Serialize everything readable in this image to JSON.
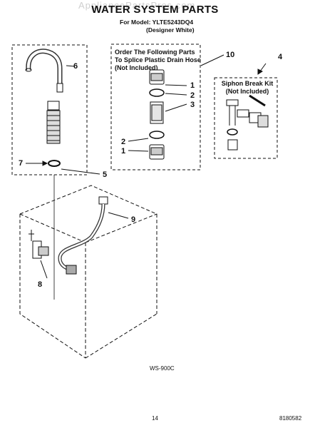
{
  "header": {
    "watermark": "AppliancePartsPros.com",
    "title": "WATER SYSTEM PARTS",
    "model_line": "For Model: YLTE5243DQ4",
    "model_sub": "(Designer White)"
  },
  "boxes": {
    "splice_label_lines": [
      "Order The Following Parts",
      "To Splice Plastic Drain Hose",
      "(Not Included)"
    ],
    "siphon_label_lines": [
      "Siphon Break Kit",
      "(Not Included)"
    ]
  },
  "callouts": {
    "c1a": "1",
    "c2a": "2",
    "c3": "3",
    "c4": "4",
    "c2b": "2",
    "c1b": "1",
    "c5": "5",
    "c6": "6",
    "c7": "7",
    "c8": "8",
    "c9": "9",
    "c10": "10"
  },
  "footer": {
    "figure_code": "WS-900C",
    "page_number": "14",
    "doc_number": "8180582"
  }
}
